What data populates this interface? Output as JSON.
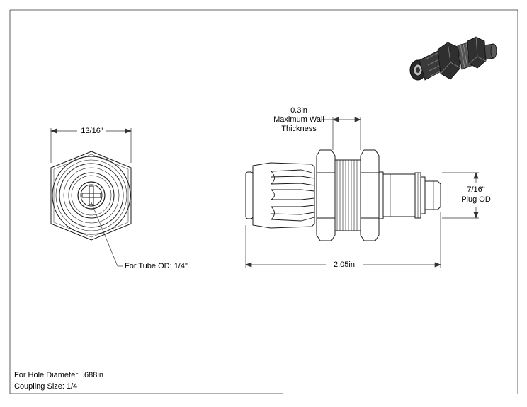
{
  "dimensions": {
    "hex_width": "13/16\"",
    "wall_value": "0.3in",
    "wall_line1": "Maximum Wall",
    "wall_line2": "Thickness",
    "plug_value": "7/16\"",
    "plug_label": "Plug OD",
    "overall_length": "2.05in"
  },
  "callouts": {
    "tube_od": "For Tube OD: 1/4\""
  },
  "notes": {
    "hole_diameter": "For Hole Diameter: .688in",
    "coupling_size": "Coupling Size: 1/4"
  },
  "colors": {
    "line": "#1a1a1a",
    "thin": "#444444",
    "metal_dark": "#2e2e2e",
    "metal_light": "#8a8a8a"
  }
}
